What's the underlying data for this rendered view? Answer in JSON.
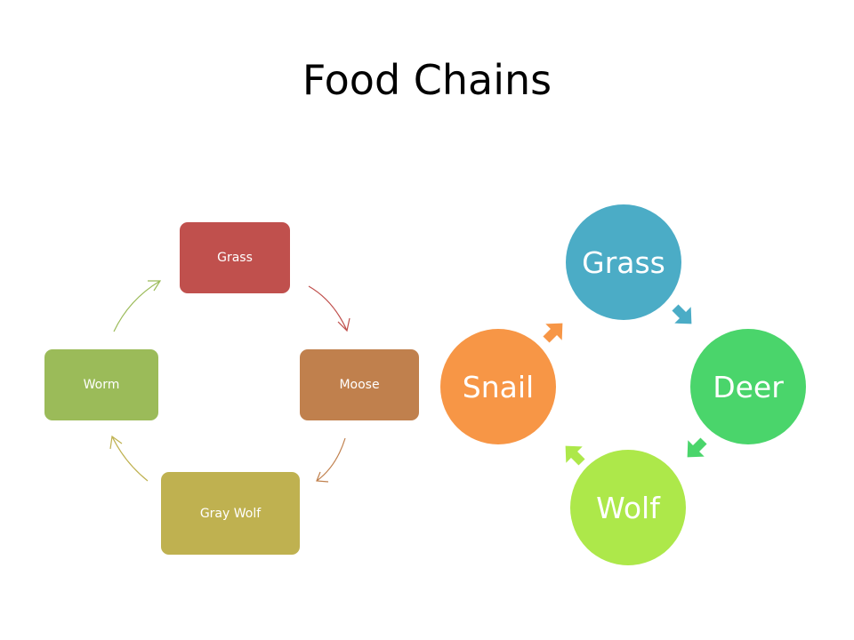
{
  "slide": {
    "title": "Food Chains"
  },
  "left_cycle": {
    "nodes": [
      {
        "label": "Grass",
        "color": "#C0504D"
      },
      {
        "label": "Moose",
        "color": "#C0804D"
      },
      {
        "label": "Gray Wolf",
        "color": "#BFB150"
      },
      {
        "label": "Worm",
        "color": "#9BBB59"
      }
    ]
  },
  "right_cycle": {
    "nodes": [
      {
        "label": "Grass",
        "color": "#4BACC6"
      },
      {
        "label": "Deer",
        "color": "#4AD56B"
      },
      {
        "label": "Wolf",
        "color": "#ADE84A"
      },
      {
        "label": "Snail",
        "color": "#F79646"
      }
    ]
  }
}
